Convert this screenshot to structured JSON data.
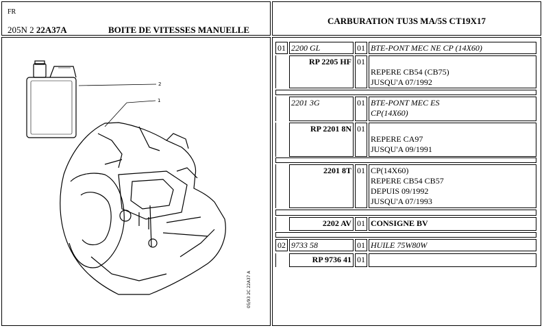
{
  "header": {
    "lang": "FR",
    "code_prefix": "205N 2",
    "code_bold": "22A37A",
    "subtitle": "BOITE DE VITESSES MANUELLE",
    "right_title": "CARBURATION TU3S MA/5S CT19X17"
  },
  "illustration": {
    "callouts": [
      "2",
      "1"
    ],
    "side_code": "05/93 2C 22A37 A"
  },
  "rows": [
    {
      "qty": "01",
      "ref": "2200 GL",
      "ref_style": "italic",
      "qty2": "01",
      "desc": [
        "BTE-PONT MEC NE CP (14X60)"
      ],
      "desc_style": "italic"
    },
    {
      "qty": "",
      "ref": "RP 2205 HF",
      "ref_style": "bold",
      "qty2": "01",
      "desc": [
        "",
        "REPERE CB54 (CB75)",
        "JUSQU'A 07/1992"
      ],
      "desc_style": "normal"
    },
    {
      "qty": "",
      "ref": "2201 3G",
      "ref_style": "italic",
      "qty2": "01",
      "desc": [
        "BTE-PONT MEC ES",
        "CP(14X60)"
      ],
      "desc_style": "italic"
    },
    {
      "qty": "",
      "ref": "RP 2201 8N",
      "ref_style": "bold",
      "qty2": "01",
      "desc": [
        "",
        "REPERE CA97",
        "JUSQU'A 09/1991"
      ],
      "desc_style": "normal"
    },
    {
      "qty": "",
      "ref": "2201 8T",
      "ref_style": "bold",
      "qty2": "01",
      "desc": [
        "CP(14X60)",
        "REPERE CB54 CB57",
        "DEPUIS 09/1992",
        "JUSQU'A 07/1993"
      ],
      "desc_style": "normal"
    },
    {
      "qty": "",
      "ref": "2202 AV",
      "ref_style": "bold",
      "qty2": "01",
      "desc": [
        "CONSIGNE BV"
      ],
      "desc_style": "bold"
    },
    {
      "qty": "02",
      "ref": "9733 58",
      "ref_style": "italic",
      "qty2": "01",
      "desc": [
        "HUILE 75W80W"
      ],
      "desc_style": "italic"
    },
    {
      "qty": "",
      "ref": "RP 9736 41",
      "ref_style": "bold",
      "qty2": "01",
      "desc": [
        ""
      ],
      "desc_style": "normal"
    }
  ]
}
